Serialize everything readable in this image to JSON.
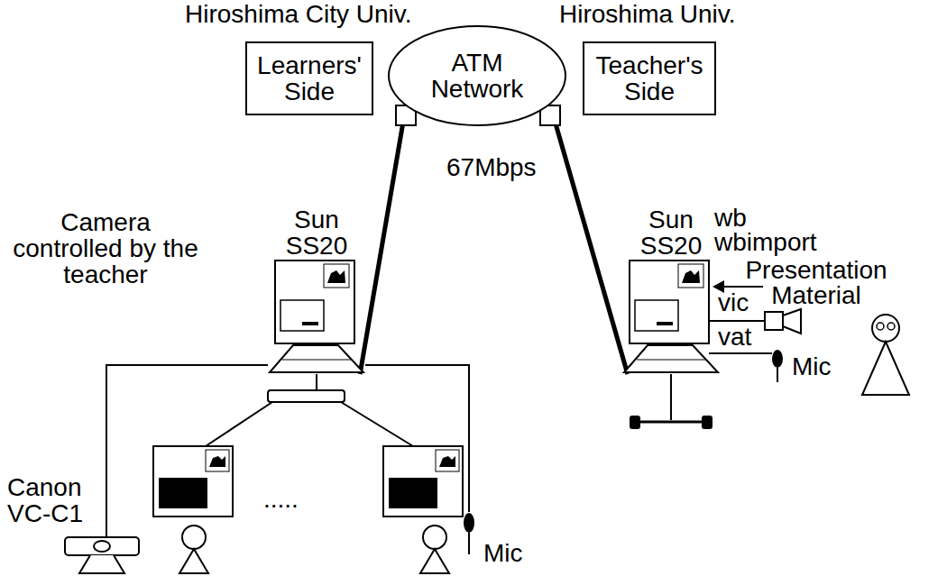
{
  "diagram": {
    "nodes": [
      {
        "text": [
          "Learners' Side"
        ]
      },
      {
        "text": [
          "ATM Network"
        ]
      },
      {
        "text": [
          "Teacher's Side"
        ]
      },
      {
        "text": [
          "Sun SS20"
        ]
      },
      {
        "text": [
          "Sun SS20"
        ]
      }
    ],
    "edges": [
      {
        "from": 1,
        "to": 3,
        "arrow": "none"
      },
      {
        "from": 1,
        "to": 4,
        "arrow": "none"
      }
    ],
    "labels": [
      "Hiroshima City Univ.",
      "Hiroshima Univ.",
      "67Mbps",
      "wb wbimport",
      "Presentation Material",
      "vic",
      "vat",
      "Mic",
      "Camera controlled by the teacher",
      "Canon VC-C1",
      ".....",
      "Mic"
    ]
  }
}
